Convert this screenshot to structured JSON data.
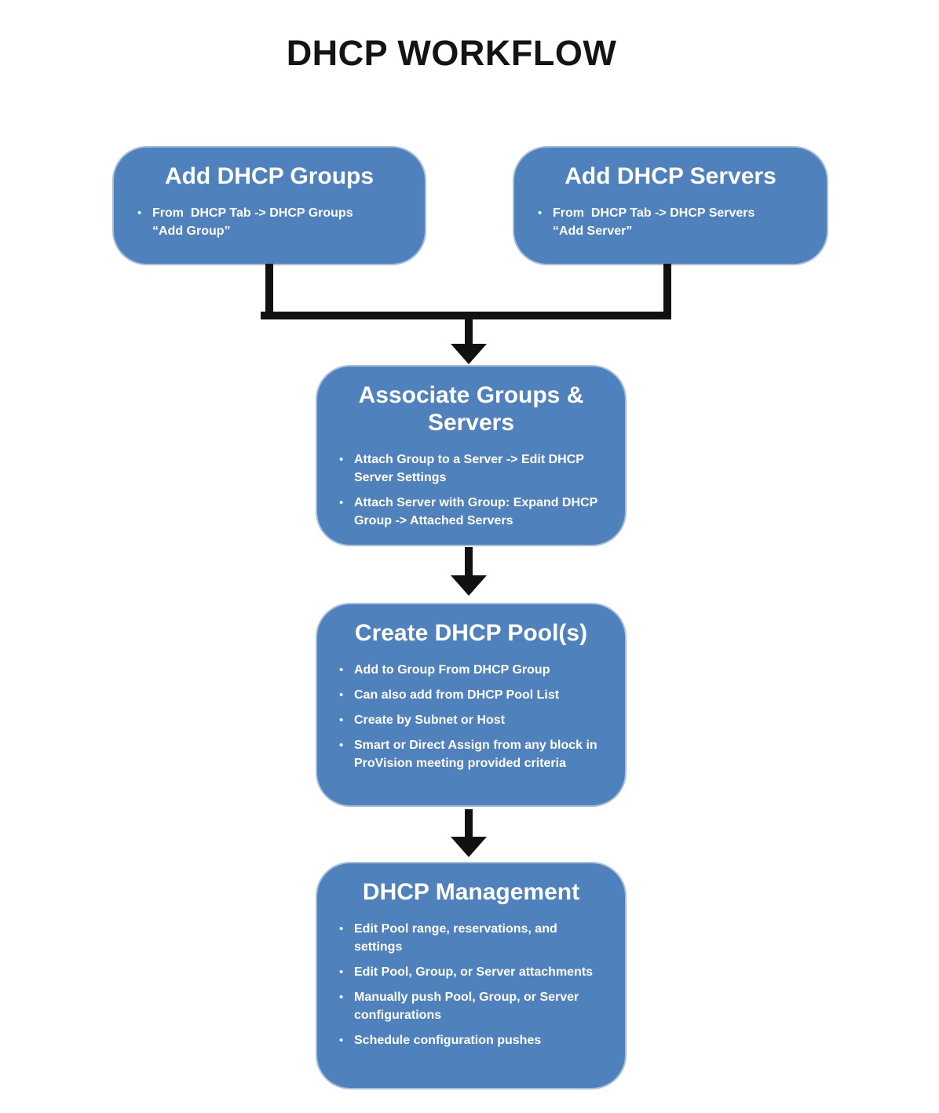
{
  "title": "DHCP WORKFLOW",
  "glyphs": {
    "bullet": "•"
  },
  "colors": {
    "box_fill": "#4F81BD",
    "box_border": "#A6BFDB",
    "box_text": "#FFFFFF",
    "connector": "#111111",
    "title_text": "#141414",
    "background": "#FFFFFF"
  },
  "boxes": {
    "add_groups": {
      "title": "Add DHCP Groups",
      "bullets": [
        "From  DHCP Tab -> DHCP Groups\n“Add Group”"
      ]
    },
    "add_servers": {
      "title": "Add DHCP Servers",
      "bullets": [
        "From  DHCP Tab -> DHCP Servers\n“Add Server”"
      ]
    },
    "associate": {
      "title": "Associate Groups & Servers",
      "bullets": [
        "Attach Group to a Server -> Edit DHCP Server Settings",
        "Attach Server with Group: Expand DHCP Group -> Attached Servers"
      ]
    },
    "create_pools": {
      "title": "Create DHCP Pool(s)",
      "bullets": [
        "Add to Group From DHCP Group",
        "Can also add from DHCP Pool List",
        "Create by Subnet or Host",
        "Smart or Direct Assign from any block in ProVision meeting provided criteria"
      ]
    },
    "management": {
      "title": "DHCP Management",
      "bullets": [
        "Edit Pool range, reservations, and settings",
        "Edit Pool, Group, or Server attachments",
        "Manually push Pool, Group, or Server configurations",
        "Schedule configuration pushes"
      ]
    }
  }
}
